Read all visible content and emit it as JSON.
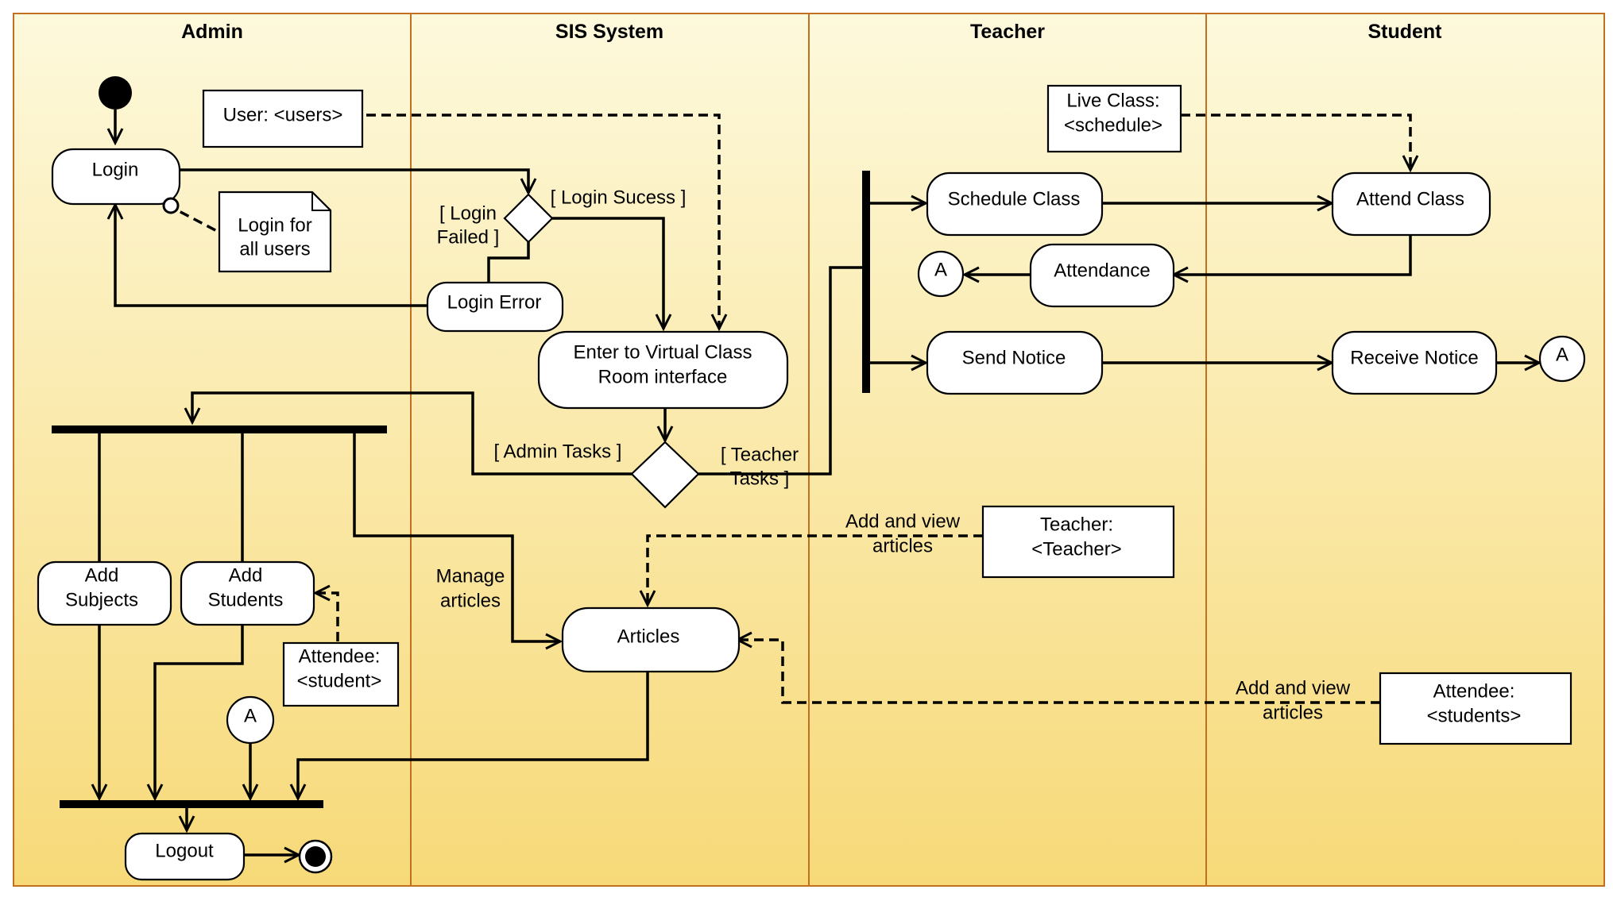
{
  "lanes": [
    "Admin",
    "SIS System",
    "Teacher",
    "Student"
  ],
  "nodes": {
    "login": "Login",
    "login_note": [
      "Login for",
      "all users"
    ],
    "user_object": "User: <users>",
    "login_error": "Login Error",
    "enter_vclass": [
      "Enter to Virtual Class",
      "Room interface"
    ],
    "add_subjects": [
      "Add",
      "Subjects"
    ],
    "add_students": [
      "Add",
      "Students"
    ],
    "attendee_student": [
      "Attendee:",
      "<student>"
    ],
    "connector_a": "A",
    "logout": "Logout",
    "articles": "Articles",
    "live_class": [
      "Live Class:",
      "<schedule>"
    ],
    "schedule_class": "Schedule Class",
    "attend_class": "Attend Class",
    "attendance": "Attendance",
    "send_notice": "Send Notice",
    "receive_notice": "Receive Notice",
    "teacher_object": [
      "Teacher:",
      "<Teacher>"
    ],
    "attendee_students": [
      "Attendee:",
      "<students>"
    ]
  },
  "guards": {
    "login_success": "[ Login Sucess ]",
    "login_failed": [
      "[ Login",
      "Failed ]"
    ],
    "admin_tasks": "[ Admin Tasks ]",
    "teacher_tasks": [
      "[ Teacher",
      "Tasks ]"
    ]
  },
  "edge_labels": {
    "manage_articles": [
      "Manage",
      "articles"
    ],
    "teacher_articles": [
      "Add and view",
      "articles"
    ],
    "student_articles": [
      "Add and view",
      "articles"
    ]
  },
  "colors": {
    "lane_fill_top": "#FDF9DC",
    "lane_fill_bottom": "#F7D978",
    "lane_border": "#C0701F"
  }
}
